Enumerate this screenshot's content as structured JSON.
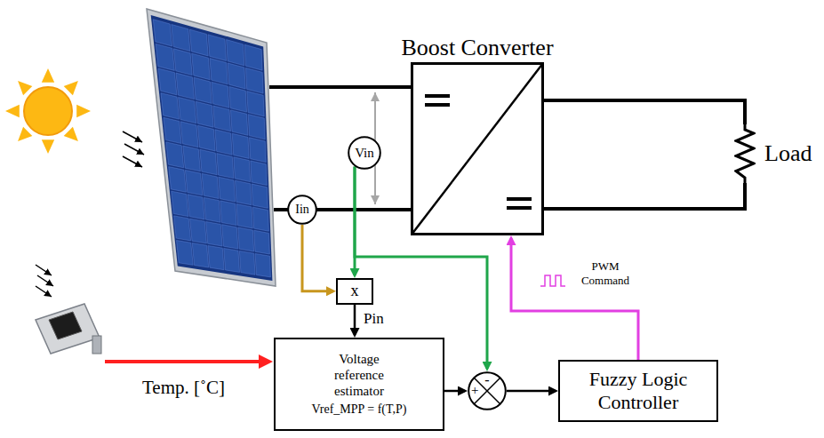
{
  "diagram": {
    "nodes": [
      {
        "text": [
          "Boost Converter"
        ]
      },
      {
        "text": [
          "Load"
        ]
      },
      {
        "text": [
          "Vin"
        ]
      },
      {
        "text": [
          "Iin"
        ]
      },
      {
        "text": [
          "x"
        ]
      },
      {
        "text": [
          "Voltage reference estimator",
          "Vref_MPP = f(T,P)"
        ]
      },
      {
        "text": [
          "+",
          "-"
        ]
      },
      {
        "text": [
          "Fuzzy Logic Controller"
        ]
      }
    ],
    "edges": [
      {
        "from": 0,
        "to": 1,
        "arrow": "none"
      },
      {
        "from": 0,
        "to": 1,
        "arrow": "none"
      },
      {
        "from": 3,
        "to": 4,
        "arrow": "to"
      },
      {
        "from": 2,
        "to": 4,
        "arrow": "to"
      },
      {
        "from": 2,
        "to": 6,
        "arrow": "to"
      },
      {
        "from": 4,
        "to": 5,
        "arrow": "to",
        "label": "Pin"
      },
      {
        "from": 5,
        "to": 6,
        "arrow": "to"
      },
      {
        "from": 6,
        "to": 7,
        "arrow": "to"
      },
      {
        "from": 7,
        "to": 0,
        "arrow": "to",
        "label": "PWM Command"
      }
    ],
    "labels": [
      "Temp. [˚C]"
    ]
  }
}
